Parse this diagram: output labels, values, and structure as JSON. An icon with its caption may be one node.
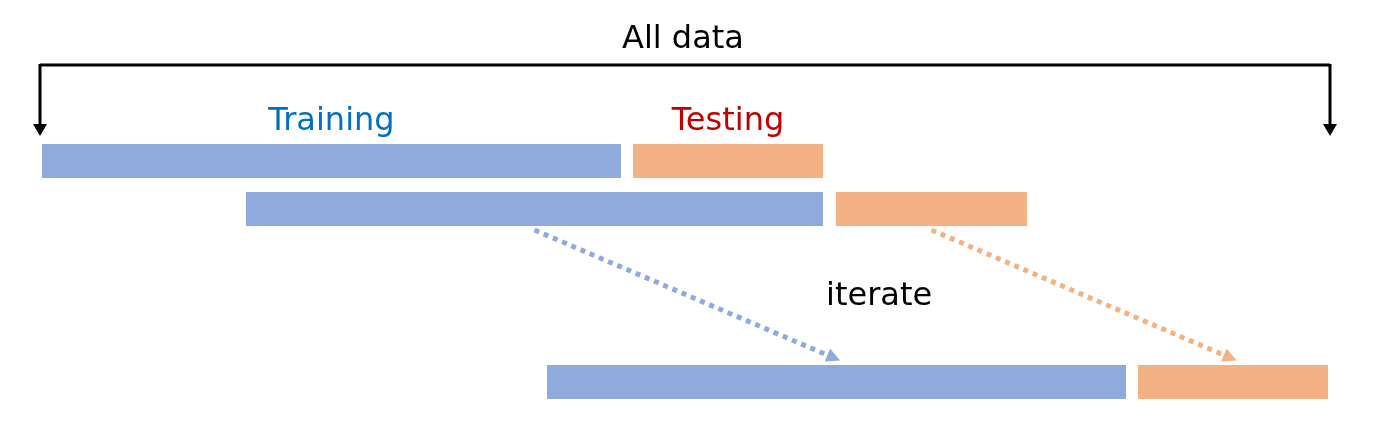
{
  "diagram": {
    "nodes": [
      {
        "text": [
          "Training"
        ]
      },
      {
        "text": [
          "Testing"
        ]
      },
      {
        "text": [],
        "shape": "bar"
      },
      {
        "text": [],
        "shape": "bar"
      },
      {
        "text": [],
        "shape": "bar"
      },
      {
        "text": [],
        "shape": "bar"
      }
    ],
    "edges": [
      {
        "from": 2,
        "to": 4,
        "arrow": "to",
        "style": "dashed",
        "color": "#8faadc"
      },
      {
        "from": 3,
        "to": 5,
        "arrow": "to",
        "style": "dashed",
        "color": "#f4b183"
      }
    ],
    "labels": [
      "All data",
      "iterate"
    ]
  }
}
